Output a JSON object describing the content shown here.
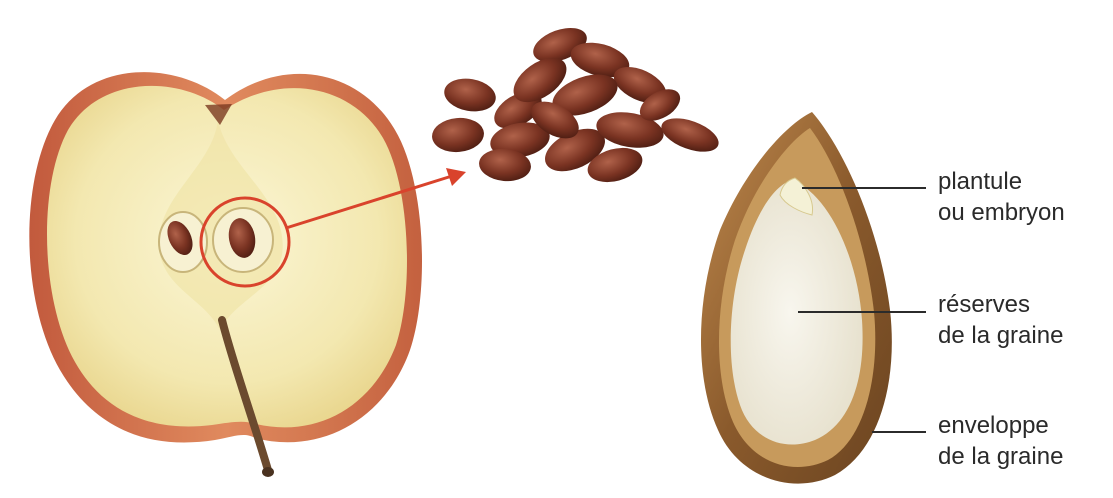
{
  "labels": {
    "plantule": {
      "line1": "plantule",
      "line2": "ou embryon"
    },
    "reserves": {
      "line1": "réserves",
      "line2": "de la graine"
    },
    "enveloppe": {
      "line1": "enveloppe",
      "line2": "de la graine"
    }
  },
  "colors": {
    "highlight": "#d9432c",
    "leader_line": "#2b2b2b",
    "apple_flesh": "#f5ecb8",
    "apple_skin": "#d06a4d",
    "seed_brown": "#7a3522",
    "seed_coat": "#9a6a35",
    "reserve_white": "#f3f0e6"
  },
  "icons": {
    "apple": "apple-half-icon",
    "seeds": "seed-pile-icon",
    "seed_section": "seed-cross-section-icon"
  }
}
